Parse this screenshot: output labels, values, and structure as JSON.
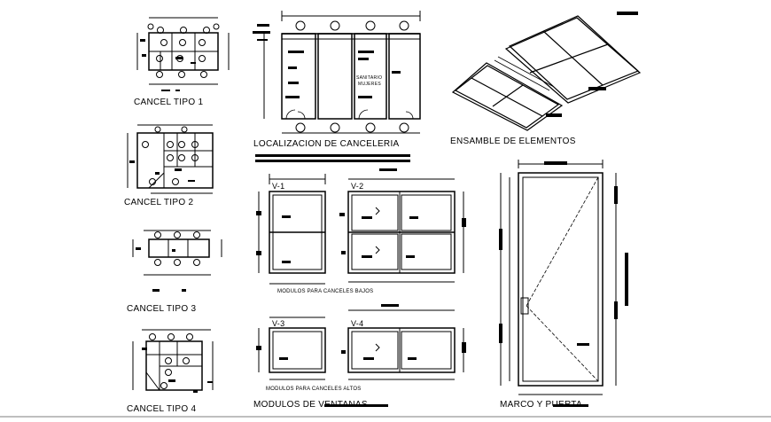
{
  "titles": {
    "cancel_1": "CANCEL TIPO 1",
    "cancel_2": "CANCEL TIPO 2",
    "cancel_3": "CANCEL TIPO 3",
    "cancel_4": "CANCEL TIPO 4",
    "localizacion": "LOCALIZACION DE CANCELERIA",
    "ensamble": "ENSAMBLE DE ELEMENTOS",
    "modulos_ventanas": "MODULOS DE VENTANAS",
    "marco_puerta": "MARCO Y PUERTA"
  },
  "notes": {
    "bajos": "MODULOS PARA CANCELES BAJOS",
    "altos": "MODULOS PARA CANCELES ALTOS",
    "sanitario_1": "SANITARIO",
    "sanitario_2": "MUJERES"
  },
  "window_tags": {
    "v1": "V-1",
    "v2": "V-2",
    "v3": "V-3",
    "v4": "V-4"
  },
  "style": {
    "line_color": "#000000",
    "background": "#ffffff"
  }
}
